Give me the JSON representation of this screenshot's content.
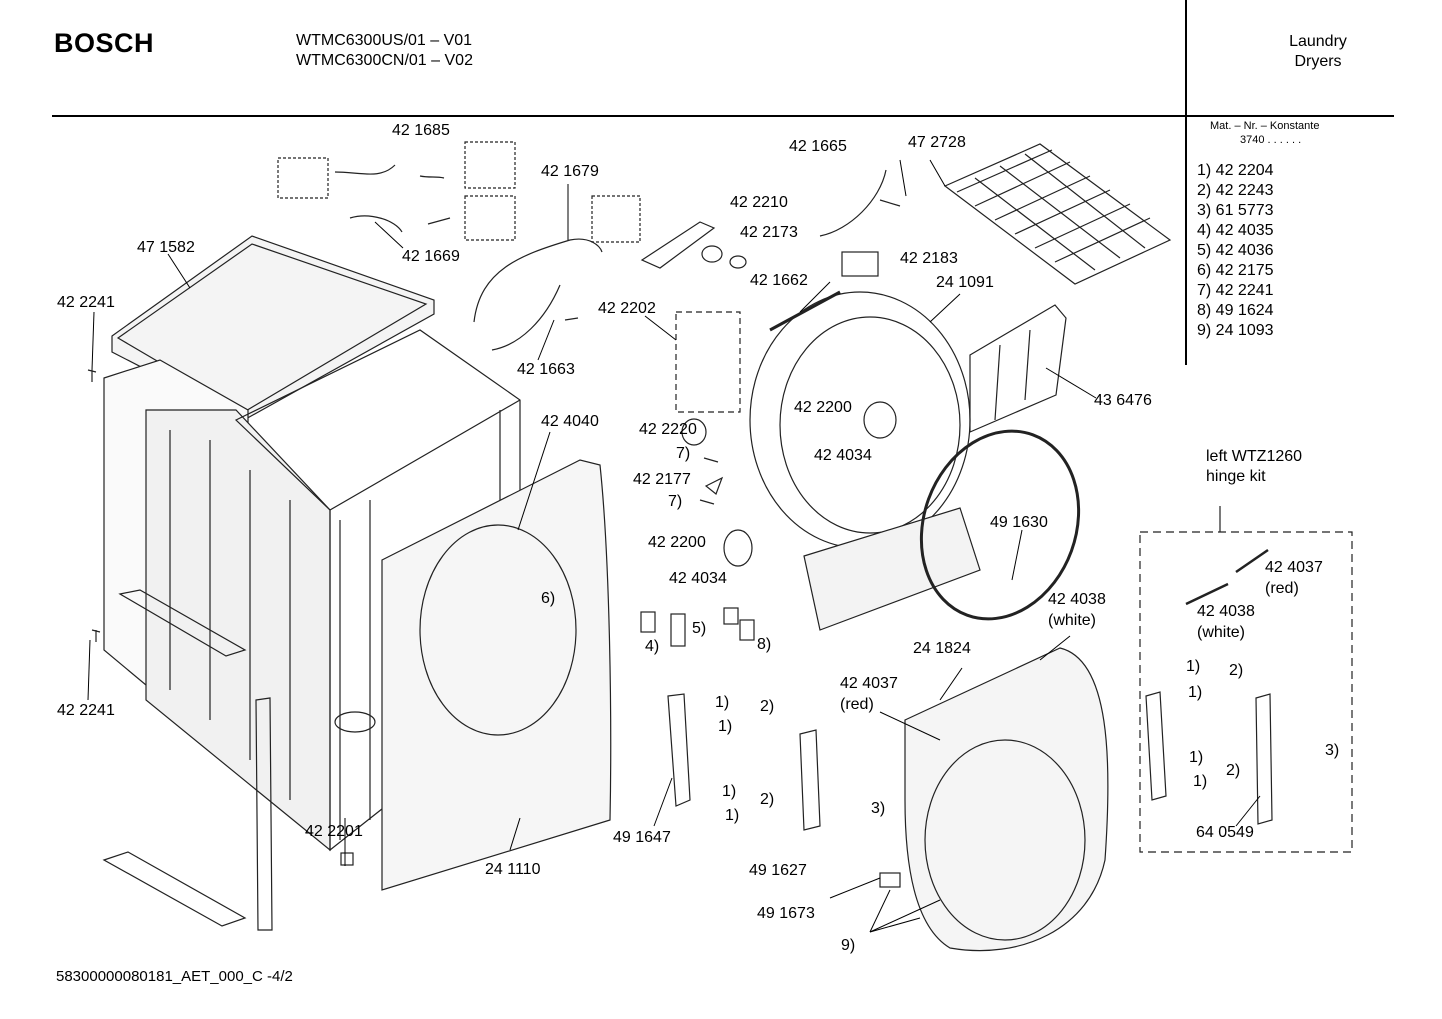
{
  "header": {
    "brand": "BOSCH",
    "models": [
      "WTMC6300US/01 – V01",
      "WTMC6300CN/01 – V02"
    ],
    "category": [
      "Laundry",
      "Dryers"
    ]
  },
  "legend": {
    "mat_nr_label": "Mat. – Nr. – Konstante",
    "mat_nr_value": "3740 . . . . . .",
    "items": [
      "1) 42 2204",
      "2) 42 2243",
      "3) 61 5773",
      "4) 42 4035",
      "5) 42 4036",
      "6) 42 2175",
      "7) 42 2241",
      "8) 49 1624",
      "9) 24 1093"
    ]
  },
  "hinge_kit": {
    "title": [
      "left WTZ1260",
      "hinge kit"
    ]
  },
  "part_labels": [
    "42 1685",
    "42 1679",
    "42 1665",
    "47 2728",
    "42 2210",
    "42 2173",
    "42 2183",
    "47 1582",
    "42 1669",
    "42 1662",
    "24 1091",
    "42 2241",
    "42 2202",
    "42 1663",
    "43 6476",
    "42 2200",
    "42 4040",
    "42 2220",
    "42 4034",
    "7)",
    "42 2177",
    "7)",
    "49 1630",
    "42 2200",
    "42 4034",
    "6)",
    "5)",
    "4)",
    "8)",
    "42 4038",
    "(white)",
    "24 1824",
    "42 4037",
    "(red)",
    "42 2241",
    "1)",
    "2)",
    "1)",
    "1)",
    "2)",
    "1)",
    "3)",
    "49 1647",
    "49 1627",
    "42 2201",
    "24 1110",
    "49 1673",
    "9)",
    "42 4037",
    "(red)",
    "42 4038",
    "(white)",
    "1)",
    "2)",
    "1)",
    "1)",
    "2)",
    "1)",
    "3)",
    "64 0549"
  ],
  "footer": {
    "doc_code": "58300000080181_AET_000_C -4/2"
  }
}
